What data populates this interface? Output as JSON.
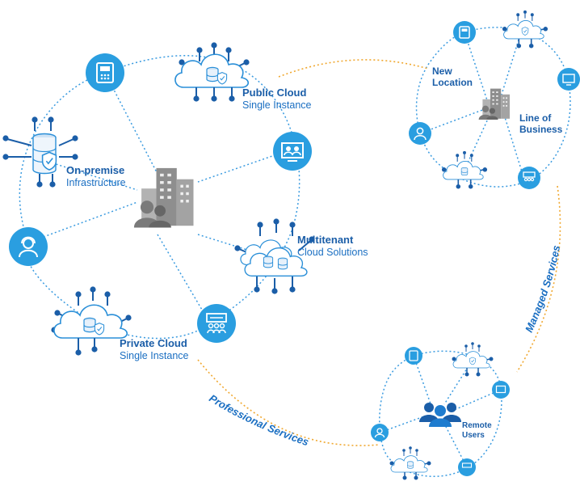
{
  "labels": {
    "on_premise": {
      "bold": "On-premise",
      "normal": "Infrastructure"
    },
    "public_cloud": {
      "bold": "Public Cloud",
      "normal": "Single Instance"
    },
    "multitenant": {
      "bold": "Multitenant",
      "normal": "Cloud Solutions"
    },
    "private_cloud": {
      "bold": "Private Cloud",
      "normal": "Single Instance"
    },
    "new_location": {
      "line1": "New",
      "line2": "Location"
    },
    "line_of_business": {
      "line1": "Line of",
      "line2": "Business"
    },
    "remote_users": {
      "line1": "Remote",
      "line2": "Users"
    }
  },
  "connectors": {
    "professional_services": "Professional Services",
    "managed_services": "Managed Services"
  },
  "colors": {
    "primary_blue": "#1e8fd6",
    "dark_blue": "#1b5ea8",
    "circle_blue": "#2a9ee0",
    "dotted_blue": "#3a9be0",
    "dotted_orange": "#f0a830",
    "building_gray": "#8e8e8e"
  },
  "icons": [
    "desk-phone-icon",
    "cloud-database-icon",
    "server-shield-icon",
    "video-conference-icon",
    "headset-user-icon",
    "meeting-room-icon",
    "building-icon",
    "users-group-icon"
  ]
}
